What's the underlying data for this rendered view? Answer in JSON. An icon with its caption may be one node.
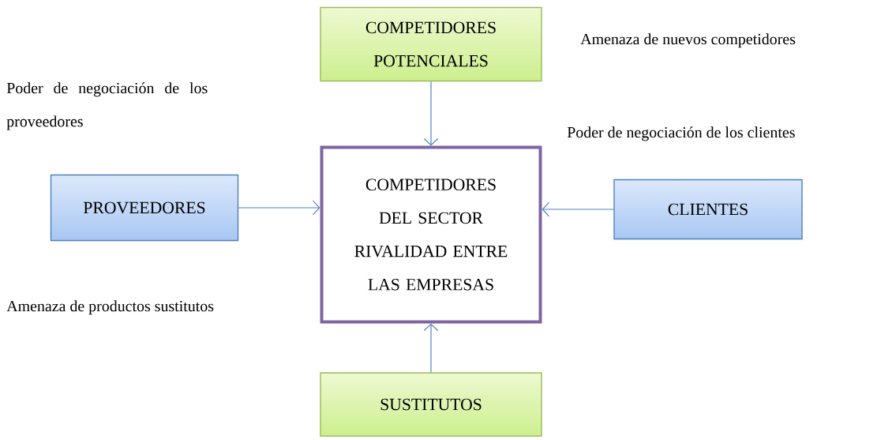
{
  "diagram": {
    "nodes": [
      {
        "text": [
          "COMPETIDORES POTENCIALES"
        ]
      },
      {
        "text": [
          "COMPETIDORES DEL SECTOR RIVALIDAD ENTRE LAS EMPRESAS"
        ]
      },
      {
        "text": [
          "PROVEEDORES"
        ]
      },
      {
        "text": [
          "CLIENTES"
        ]
      },
      {
        "text": [
          "SUSTITUTOS"
        ]
      }
    ],
    "edges": [
      {
        "from": 0,
        "to": 1,
        "arrow": "to"
      },
      {
        "from": 2,
        "to": 1,
        "arrow": "to"
      },
      {
        "from": 3,
        "to": 1,
        "arrow": "to"
      },
      {
        "from": 4,
        "to": 1,
        "arrow": "to"
      }
    ],
    "labels": [
      "Amenaza de nuevos competidores",
      "Poder de negociación de los proveedores",
      "Poder de negociación de los clientes",
      "Amenaza de productos sustitutos"
    ]
  }
}
